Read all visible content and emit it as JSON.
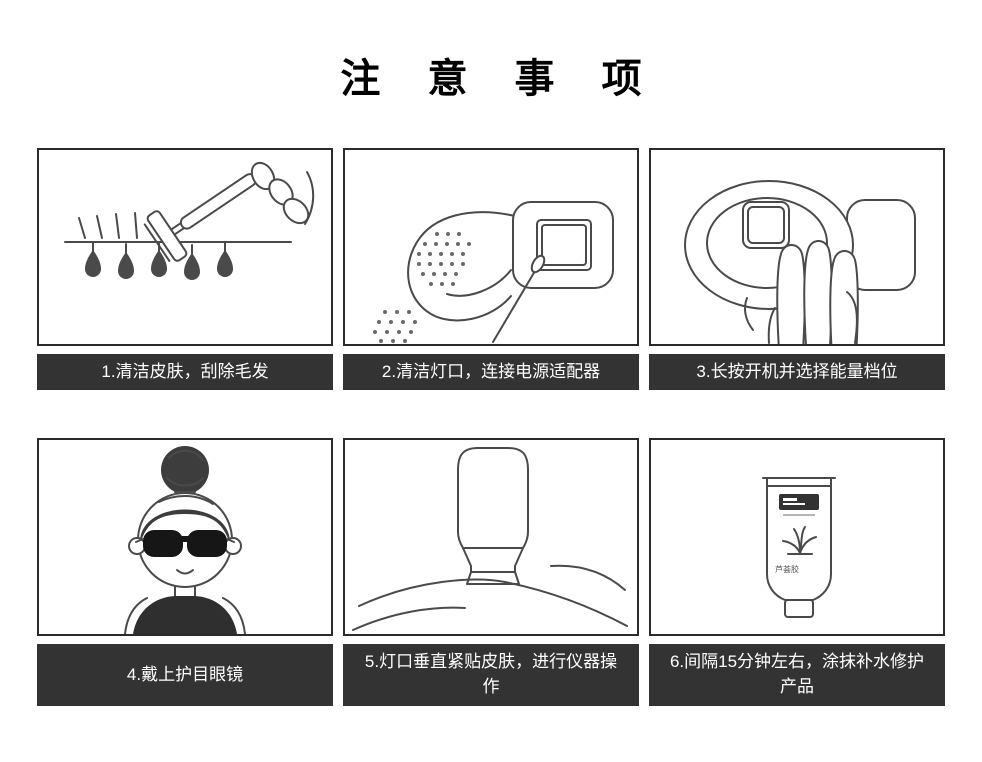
{
  "page": {
    "title": "注 意 事 项",
    "colors": {
      "caption_bg": "#333333",
      "caption_text": "#ffffff",
      "line_art": "#4a4a4a",
      "background": "#ffffff"
    }
  },
  "steps": [
    {
      "caption": "1.清洁皮肤，刮除毛发",
      "illustration": "razor-shaving"
    },
    {
      "caption": "2.清洁灯口，连接电源适配器",
      "illustration": "clean-lamp-connect-adapter"
    },
    {
      "caption": "3.长按开机并选择能量档位",
      "illustration": "press-power-select-level"
    },
    {
      "caption": "4.戴上护目眼镜",
      "illustration": "wear-goggles"
    },
    {
      "caption": "5.灯口垂直紧贴皮肤，进行仪器操作",
      "illustration": "device-on-skin"
    },
    {
      "caption": "6.间隔15分钟左右，涂抹补水修护产品",
      "illustration": "apply-moisturizer",
      "tube_label": "芦荟胶"
    }
  ]
}
